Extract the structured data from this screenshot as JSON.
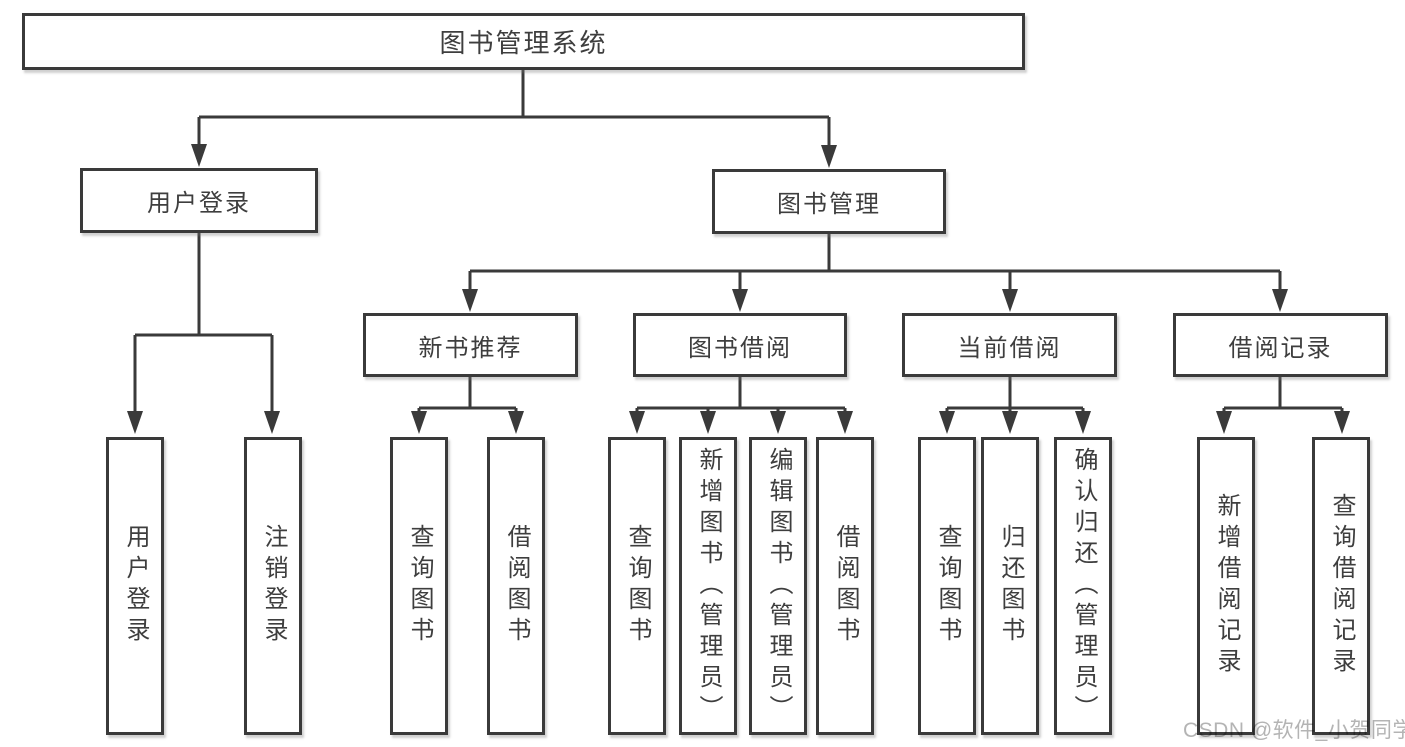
{
  "diagram": {
    "root": {
      "label": "图书管理系统"
    },
    "level2": [
      {
        "label": "用户登录"
      },
      {
        "label": "图书管理"
      }
    ],
    "level3": [
      {
        "label": "新书推荐"
      },
      {
        "label": "图书借阅"
      },
      {
        "label": "当前借阅"
      },
      {
        "label": "借阅记录"
      }
    ],
    "leaves": [
      {
        "label": "用户登录"
      },
      {
        "label": "注销登录"
      },
      {
        "label": "查询图书"
      },
      {
        "label": "借阅图书"
      },
      {
        "label": "查询图书"
      },
      {
        "label": "新增图书（管理员）"
      },
      {
        "label": "编辑图书（管理员）"
      },
      {
        "label": "借阅图书"
      },
      {
        "label": "查询图书"
      },
      {
        "label": "归还图书"
      },
      {
        "label": "确认归还（管理员）"
      },
      {
        "label": "新增借阅记录"
      },
      {
        "label": "查询借阅记录"
      }
    ],
    "watermark": "CSDN @软件_小贺同学",
    "colors": {
      "line": "#3a3a3a",
      "text": "#3e3e3e",
      "watermark": "#b4b4b4",
      "background": "#ffffff"
    }
  }
}
